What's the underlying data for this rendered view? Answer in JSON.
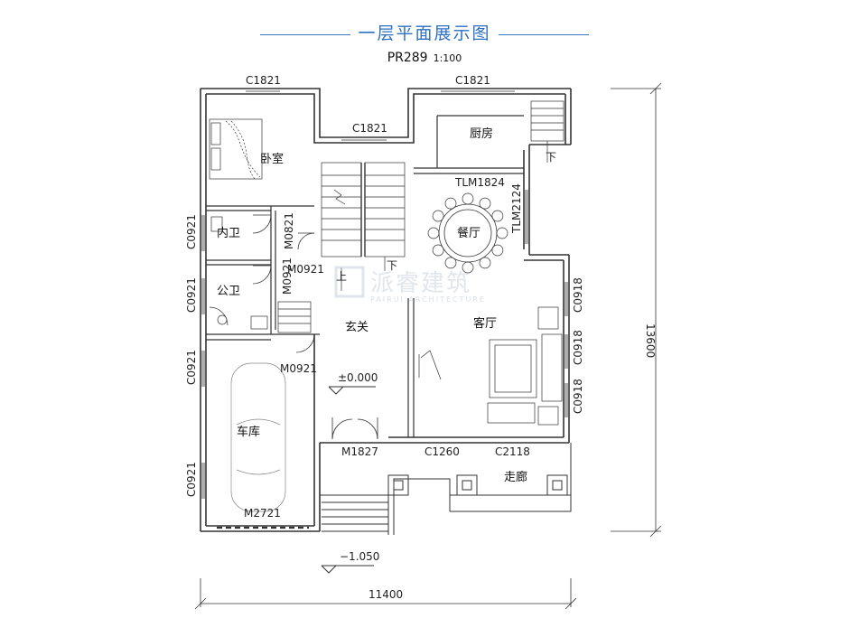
{
  "header": {
    "title": "一层平面展示图",
    "code": "PR289",
    "scale": "1:100",
    "accent_color": "#2d6fc0"
  },
  "rooms": {
    "bedroom": "卧室",
    "inner_bath": "内卫",
    "public_bath": "公卫",
    "garage": "车库",
    "foyer": "玄关",
    "kitchen": "厨房",
    "dining": "餐厅",
    "living": "客厅",
    "corridor": "走廊"
  },
  "openings": {
    "c1821_bed": "C1821",
    "c1821_stair": "C1821",
    "c1821_kitchen": "C1821",
    "tlm1824": "TLM1824",
    "tlm2124": "TLM2124",
    "c0921_a": "C0921",
    "c0921_b": "C0921",
    "c0921_c": "C0921",
    "c0921_d": "C0921",
    "m0821": "M0821",
    "m0921_a": "M0921",
    "m0921_b": "M0921",
    "m0921_c": "M0921",
    "c0918_a": "C0918",
    "c0918_b": "C0918",
    "c0918_c": "C0918",
    "m1827": "M1827",
    "c1260": "C1260",
    "c2118": "C2118",
    "m2721": "M2721"
  },
  "stairs": {
    "up": "上",
    "down": "下",
    "down_ext": "下"
  },
  "levels": {
    "floor": "±0.000",
    "ground": "−1.050"
  },
  "dimensions": {
    "width": "11400",
    "depth": "13600"
  },
  "watermark": {
    "main": "派睿建筑",
    "sub": "PAIRUI ARCHITECTURE"
  }
}
